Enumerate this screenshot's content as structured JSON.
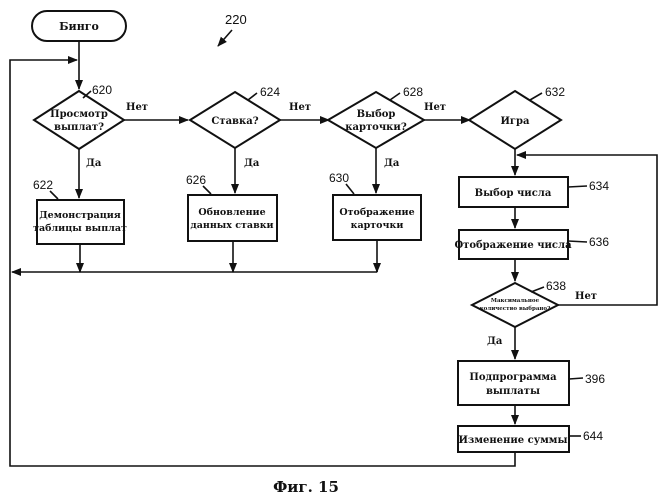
{
  "figure": {
    "ref_number": "220",
    "caption": "Фиг. 15"
  },
  "nodes": {
    "start": {
      "label": "Бинго"
    },
    "d620": {
      "lines": [
        "Просмотр",
        "выплат?"
      ],
      "ref": "620"
    },
    "d624": {
      "lines": [
        "Ставка?"
      ],
      "ref": "624"
    },
    "d628": {
      "lines": [
        "Выбор",
        "карточки?"
      ],
      "ref": "628"
    },
    "d632": {
      "lines": [
        "Игра"
      ],
      "ref": "632"
    },
    "b622": {
      "lines": [
        "Демонстрация",
        "таблицы выплат"
      ],
      "ref": "622"
    },
    "b626": {
      "lines": [
        "Обновление",
        "данных ставки"
      ],
      "ref": "626"
    },
    "b630": {
      "lines": [
        "Отображение",
        "карточки"
      ],
      "ref": "630"
    },
    "b634": {
      "lines": [
        "Выбор числа"
      ],
      "ref": "634"
    },
    "b636": {
      "lines": [
        "Отображение числа"
      ],
      "ref": "636"
    },
    "d638": {
      "lines": [
        "Максимальное",
        "количество выбрано?"
      ],
      "ref": "638"
    },
    "b396": {
      "lines": [
        "Подпрограмма",
        "выплаты"
      ],
      "ref": "396"
    },
    "b644": {
      "lines": [
        "Изменение суммы"
      ],
      "ref": "644"
    }
  },
  "edge_labels": {
    "no": "Нет",
    "yes": "Да"
  }
}
